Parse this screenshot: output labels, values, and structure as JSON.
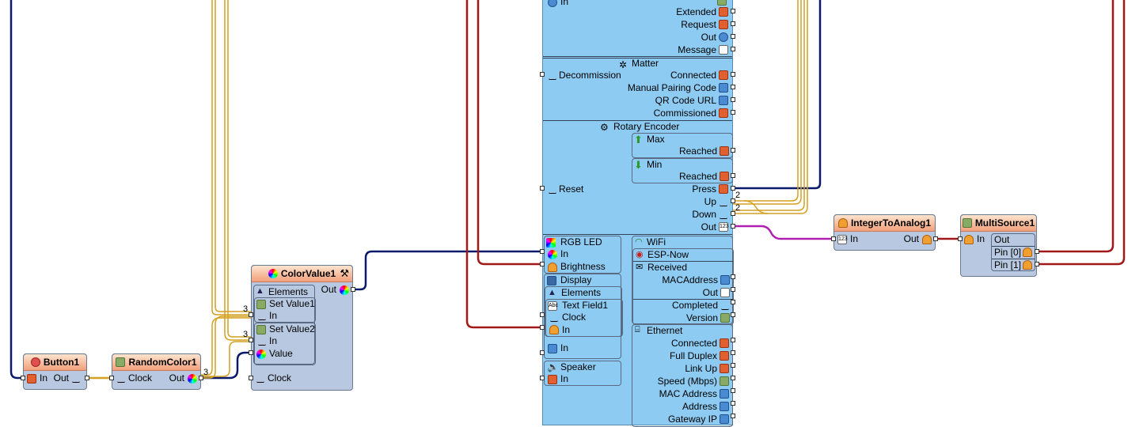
{
  "colors": {
    "wire_navy": "#0a1a6a",
    "wire_gold": "#d4a020",
    "wire_red": "#a01818",
    "wire_purple": "#b020b0",
    "component_bg": "#b8c8e0",
    "main_bg": "#8ecbf2",
    "title_gradient_top": "#fde4cf",
    "title_gradient_bottom": "#f2a07b"
  },
  "button1": {
    "title": "Button1",
    "in": "In",
    "out": "Out"
  },
  "randomcolor1": {
    "title": "RandomColor1",
    "clock": "Clock",
    "out": "Out",
    "count": "3"
  },
  "colorvalue1": {
    "title": "ColorValue1",
    "elements": "Elements",
    "set_value1": "Set Value1",
    "set_value1_in": "In",
    "set_value2": "Set Value2",
    "set_value2_in": "In",
    "value": "Value",
    "clock": "Clock",
    "out": "Out",
    "count1": "3",
    "count2": "3"
  },
  "main": {
    "top_in": "In",
    "extended": "Extended",
    "request": "Request",
    "out": "Out",
    "message": "Message",
    "matter": {
      "title": "Matter",
      "decommission": "Decommission",
      "connected": "Connected",
      "manual_pairing_code": "Manual Pairing Code",
      "qr_code_url": "QR Code URL",
      "commissioned": "Commissioned"
    },
    "rotary": {
      "title": "Rotary Encoder",
      "max": "Max",
      "max_reached": "Reached",
      "min": "Min",
      "min_reached": "Reached",
      "reset": "Reset",
      "press": "Press",
      "up": "Up",
      "down": "Down",
      "out": "Out",
      "up_count": "2",
      "down_count": "2"
    },
    "rgb": {
      "title": "RGB LED",
      "in": "In",
      "brightness": "Brightness"
    },
    "display": {
      "title": "Display",
      "elements": "Elements",
      "text_field1": "Text Field1",
      "clock": "Clock",
      "in": "In",
      "bottom_in": "In"
    },
    "speaker": {
      "title": "Speaker",
      "in": "In"
    },
    "wifi": {
      "title": "WiFi",
      "espnow": "ESP-Now",
      "received": "Received",
      "macaddress": "MACAddress",
      "out": "Out",
      "completed": "Completed",
      "version": "Version"
    },
    "ethernet": {
      "title": "Ethernet",
      "connected": "Connected",
      "full_duplex": "Full Duplex",
      "link_up": "Link Up",
      "speed": "Speed (Mbps)",
      "mac_address": "MAC Address",
      "address": "Address",
      "gateway_ip": "Gateway IP"
    }
  },
  "integertoanalog1": {
    "title": "IntegerToAnalog1",
    "in": "In",
    "out": "Out"
  },
  "multisource1": {
    "title": "MultiSource1",
    "in": "In",
    "out": "Out",
    "pin0": "Pin [0]",
    "pin1": "Pin [1]"
  }
}
